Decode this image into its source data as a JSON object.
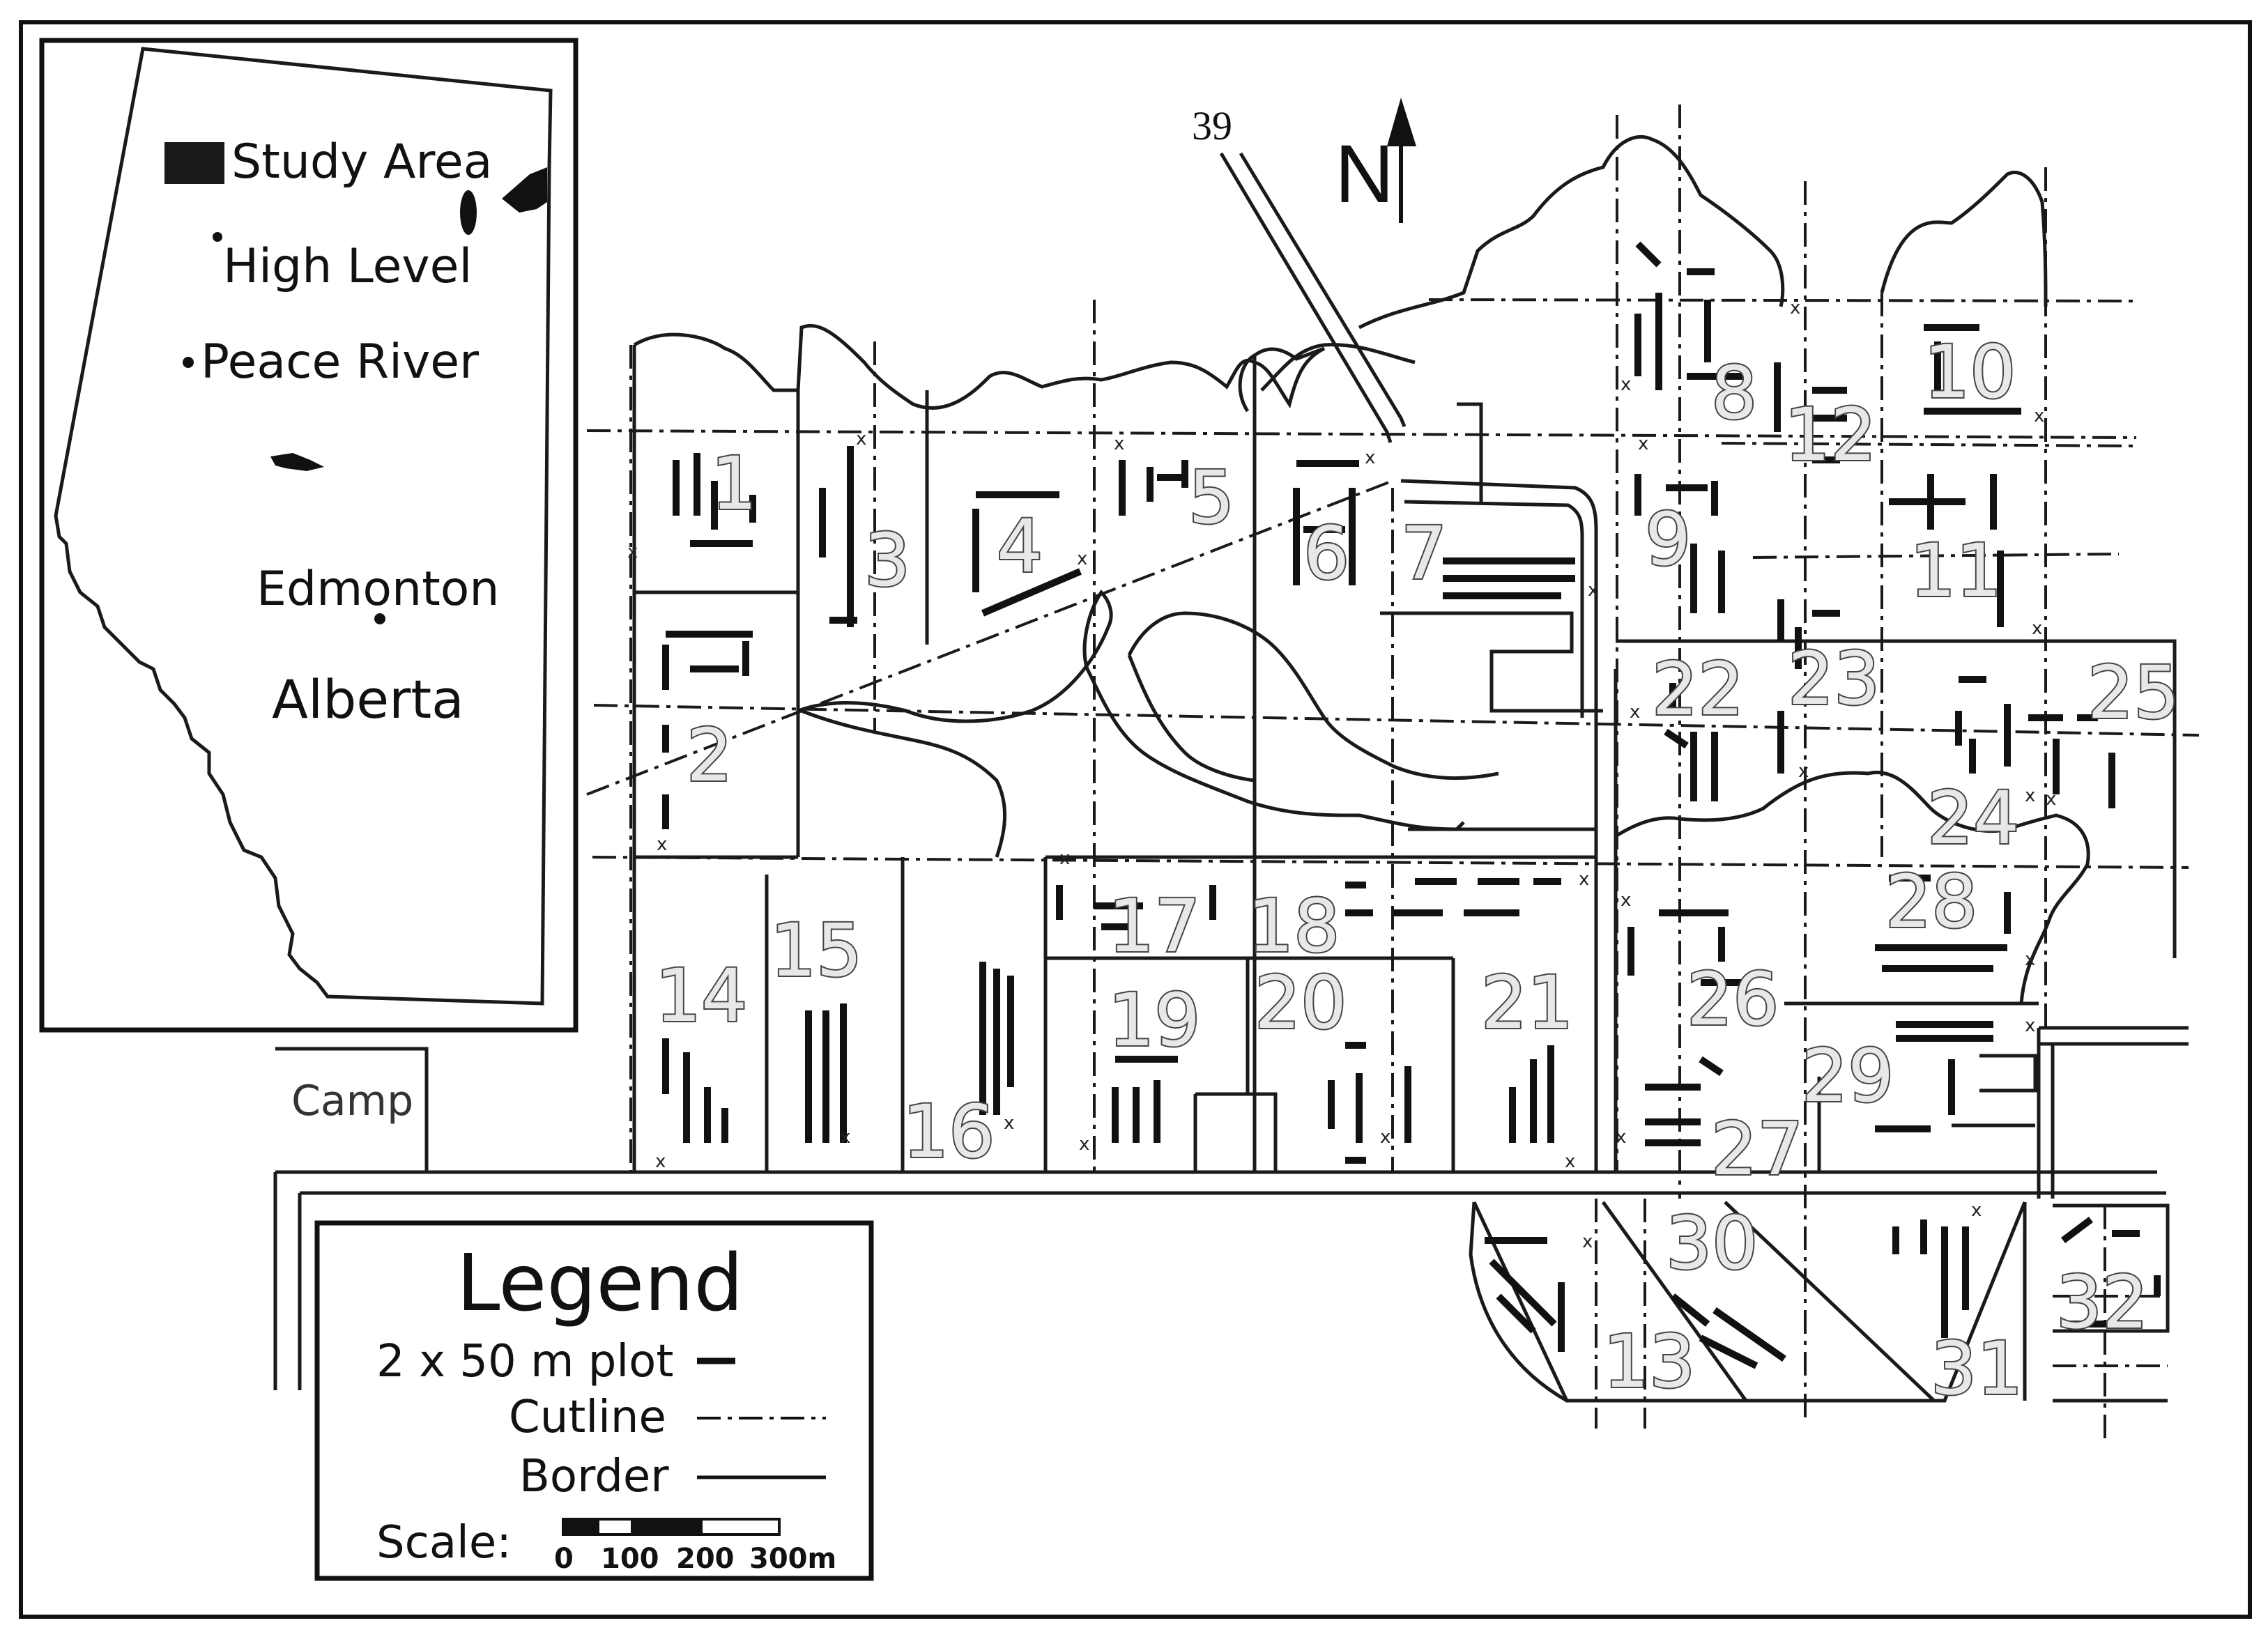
{
  "highway": "39",
  "north": "N",
  "inset": {
    "study_area": "Study Area",
    "towns": [
      "High Level",
      "Peace River",
      "Edmonton"
    ],
    "province": "Alberta"
  },
  "camp": "Camp",
  "plots": [
    "1",
    "2",
    "3",
    "4",
    "5",
    "6",
    "7",
    "8",
    "9",
    "10",
    "11",
    "12",
    "13",
    "14",
    "15",
    "16",
    "17",
    "18",
    "19",
    "20",
    "21",
    "22",
    "23",
    "24",
    "25",
    "26",
    "27",
    "28",
    "29",
    "30",
    "31",
    "32"
  ],
  "legend": {
    "title": "Legend",
    "plot": "2 x 50 m plot",
    "cutline": "Cutline",
    "border": "Border",
    "scale": "Scale:",
    "ticks": [
      "0",
      "100",
      "200",
      "300m"
    ]
  }
}
